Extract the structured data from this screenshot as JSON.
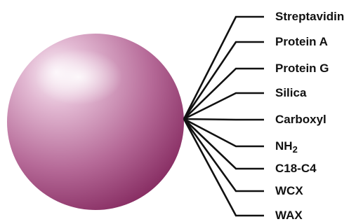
{
  "bead": {
    "color_light": "#f4e3ee",
    "color_mid": "#c07ca6",
    "color_dark": "#8e2f68",
    "line_color": "#111111"
  },
  "ligands": [
    {
      "label": "Streptavidin"
    },
    {
      "label": "Protein A"
    },
    {
      "label": "Protein G"
    },
    {
      "label": "Silica"
    },
    {
      "label": "Carboxyl"
    },
    {
      "label": "NH",
      "subscript": "2"
    },
    {
      "label": "C18-C4"
    },
    {
      "label": "WCX"
    },
    {
      "label": "WAX"
    }
  ]
}
